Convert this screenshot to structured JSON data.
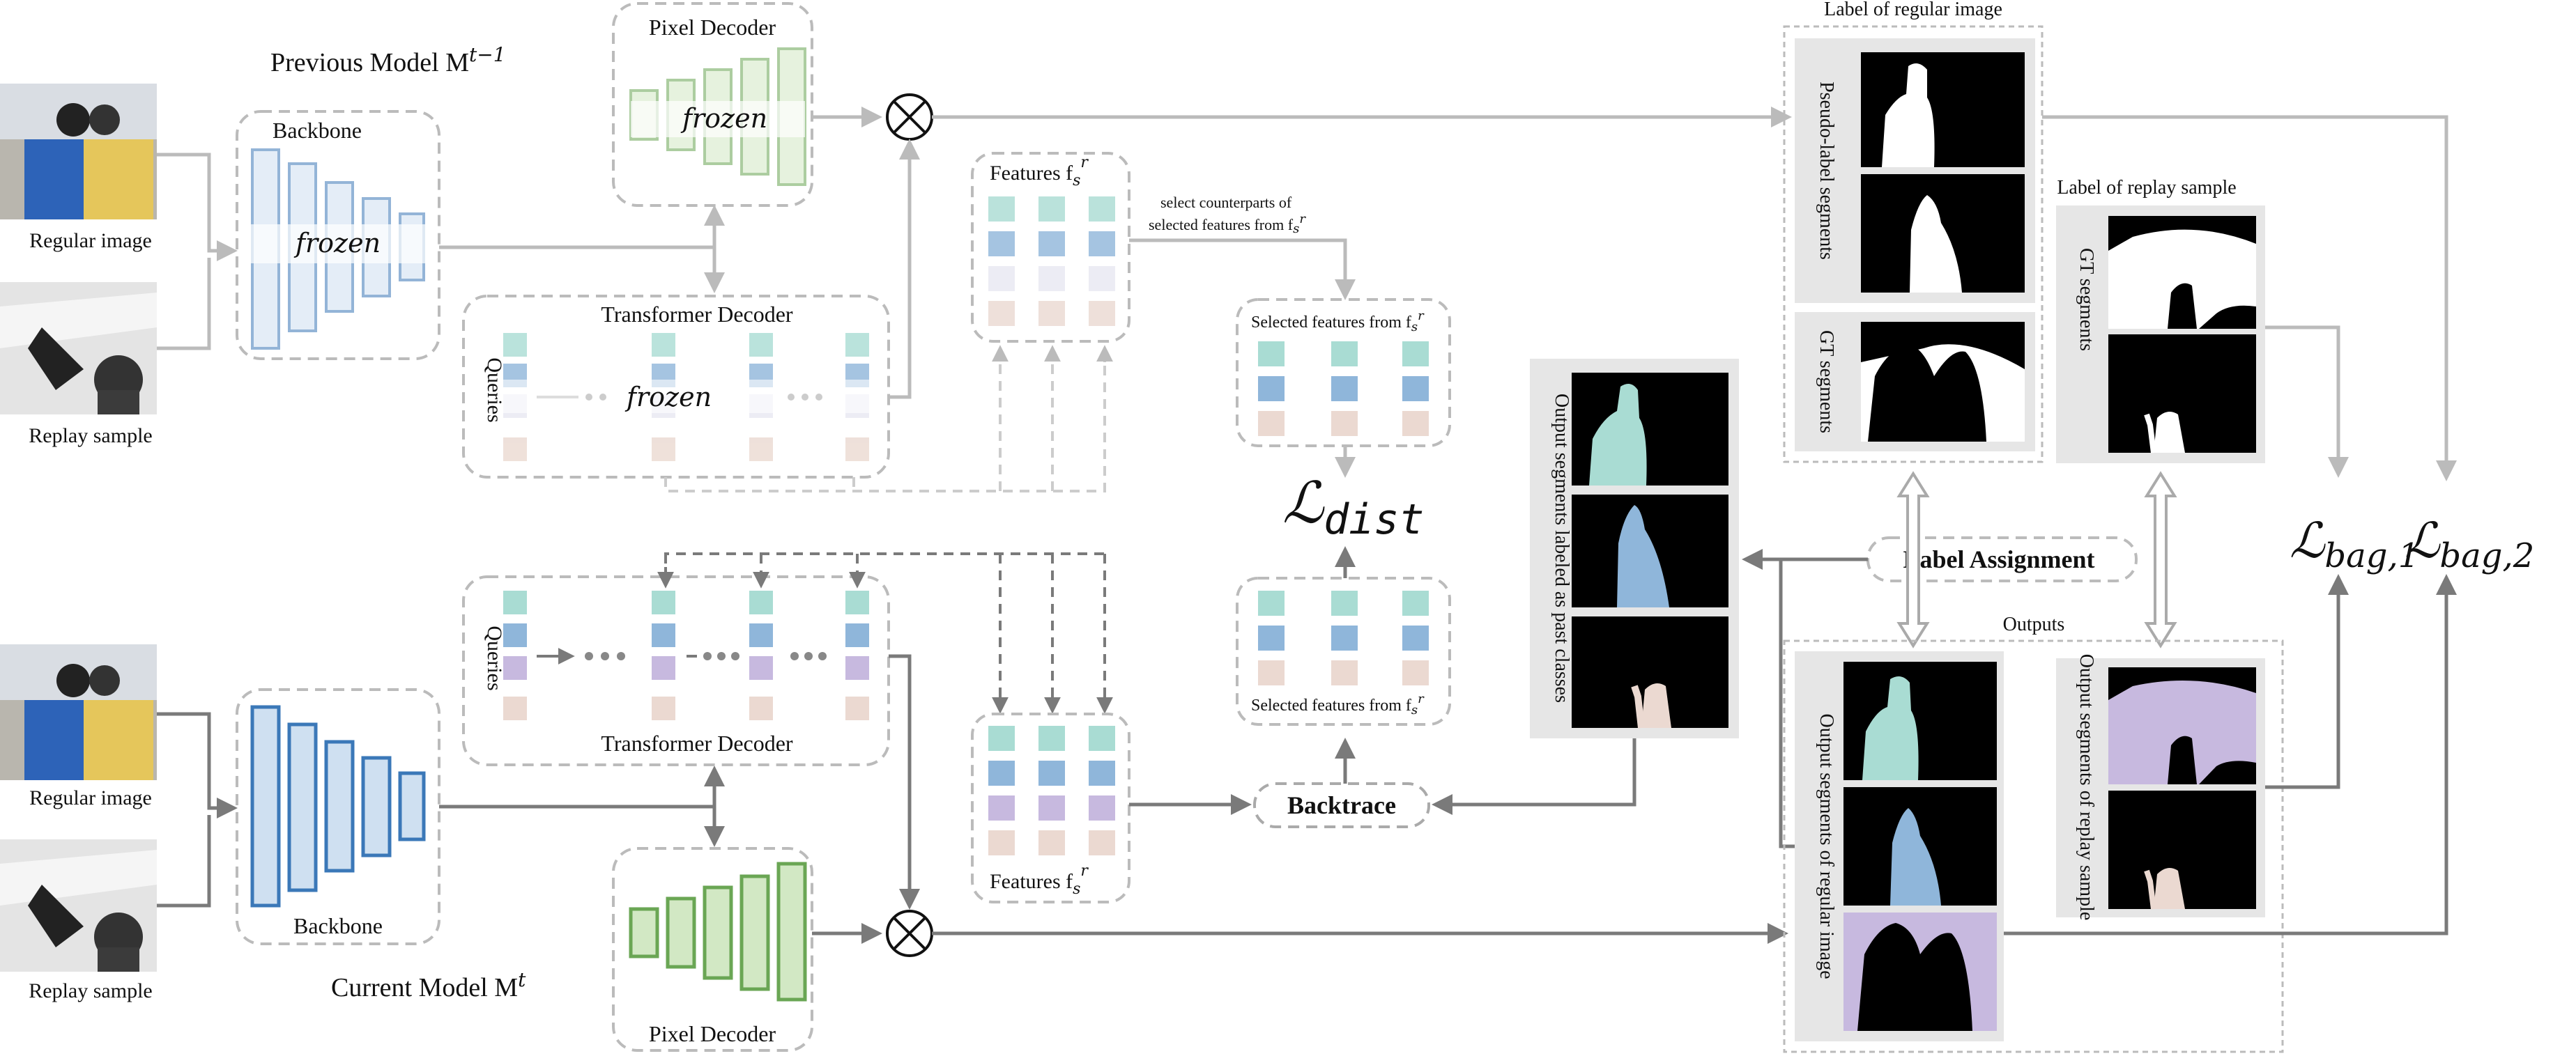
{
  "labels": {
    "previous_model": "Previous Model M",
    "previous_model_sup": "t−1",
    "current_model": "Current Model M",
    "current_model_sup": "t",
    "backbone": "Backbone",
    "pixel_decoder": "Pixel Decoder",
    "transformer_decoder": "Transformer Decoder",
    "queries": "Queries",
    "frozen": "frozen",
    "regular_image": "Regular image",
    "replay_sample": "Replay sample",
    "features_prefix": "Features f",
    "features_sub": "s",
    "features_sup": "r",
    "select_counterparts_1": "select counterparts of",
    "select_counterparts_2": "selected features from f",
    "selected_features_top": "Selected features from f",
    "selected_features_bottom": "Selected features from f",
    "loss_dist": "ℒ",
    "loss_dist_sub": "dist",
    "backtrace": "Backtrace",
    "label_assignment": "Label  Assignment",
    "output_segments_past": "Output segments labeled as past classes",
    "label_regular_image": "Label of regular image",
    "pseudo_label_segments": "Pseudo-label segments",
    "gt_segments_regular": "GT segments",
    "label_replay_sample": "Label of replay sample",
    "gt_segments_replay": "GT segments",
    "outputs": "Outputs",
    "output_segments_regular": "Output segments of regular image",
    "output_segments_replay": "Output segments of replay sample",
    "loss_bag1": "ℒ",
    "loss_bag1_sub": "bag,1",
    "loss_bag2": "ℒ",
    "loss_bag2_sub": "bag,2"
  },
  "colors": {
    "teal": "#a9dcd3",
    "blue": "#8fb6da",
    "purple": "#c7b9df",
    "beige": "#ebd9d1",
    "backbone_fill": "#cfe0f1",
    "backbone_stroke": "#3b78b8",
    "decoder_fill": "#d2e8c4",
    "decoder_stroke": "#6aa654",
    "grey_arrow": "#bbbbbb",
    "dark_arrow": "#7a7a7a"
  }
}
